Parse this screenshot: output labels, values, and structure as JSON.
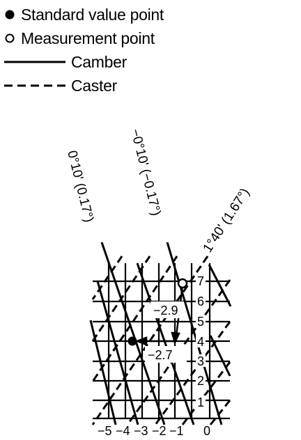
{
  "legend": {
    "standard": "Standard value point",
    "measurement": "Measurement point",
    "camber": "Camber",
    "caster": "Caster"
  },
  "annotations": {
    "camber_left": "0°10' (0.17°)",
    "camber_right": "−0°10' (−0.17°)",
    "caster_line": "1°40' (1.67°)",
    "value_upper": "−2.9",
    "value_lower": "−2.7"
  },
  "axes": {
    "x_ticks": [
      "−5",
      "−4",
      "−3",
      "−2",
      "−1",
      "0"
    ],
    "y_ticks": [
      "1",
      "2",
      "3",
      "4",
      "5",
      "6",
      "7"
    ]
  },
  "colors": {
    "ink": "#000000",
    "background": "#ffffff"
  }
}
